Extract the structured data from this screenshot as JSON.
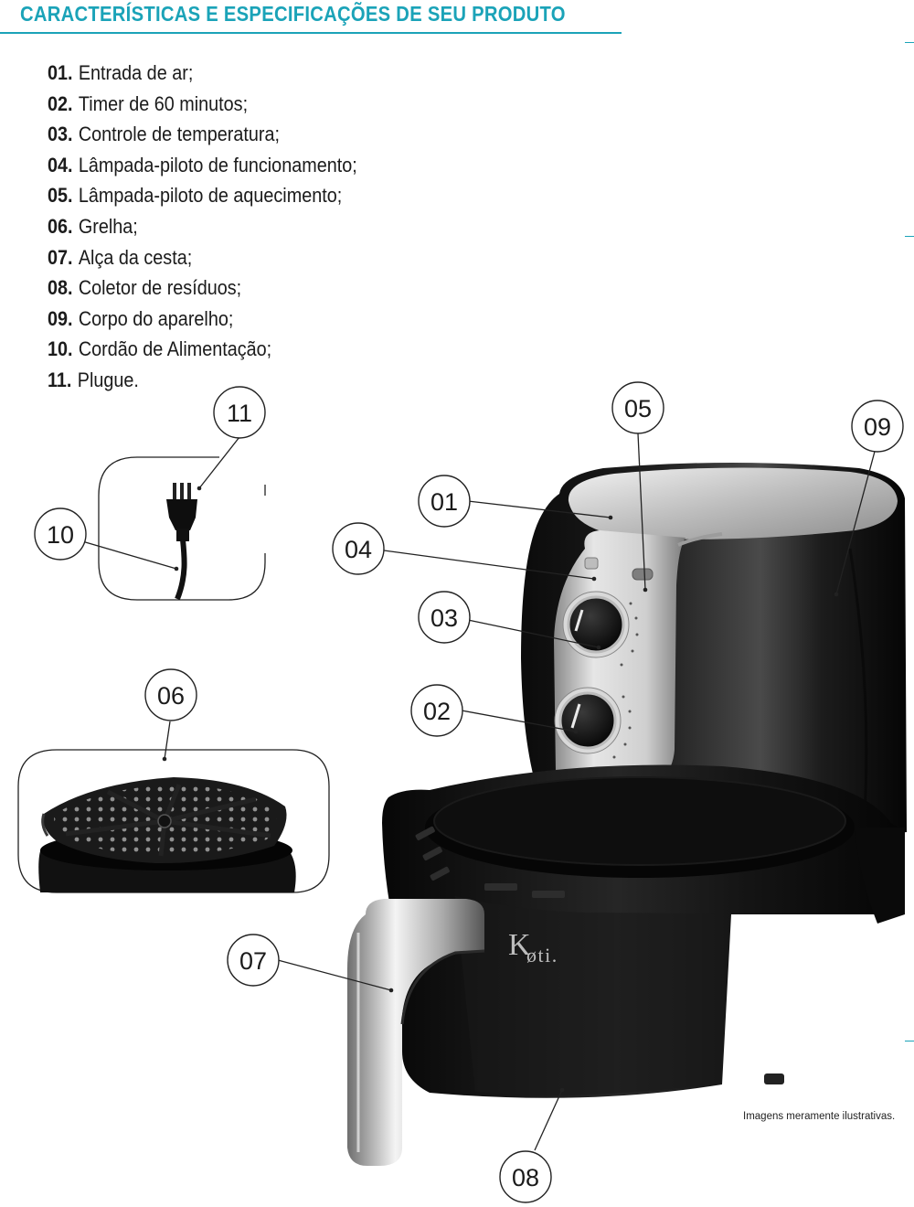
{
  "header": {
    "title": "CARACTERÍSTICAS E ESPECIFICAÇÕES DE SEU PRODUTO",
    "accent_color": "#1ba3b8"
  },
  "parts": [
    {
      "number": "01.",
      "label": "Entrada de ar;"
    },
    {
      "number": "02.",
      "label": "Timer de 60 minutos;"
    },
    {
      "number": "03.",
      "label": "Controle de temperatura;"
    },
    {
      "number": "04.",
      "label": "Lâmpada-piloto de funcionamento;"
    },
    {
      "number": "05.",
      "label": "Lâmpada-piloto de aquecimento;"
    },
    {
      "number": "06.",
      "label": "Grelha;"
    },
    {
      "number": "07.",
      "label": "Alça da cesta;"
    },
    {
      "number": "08.",
      "label": "Coletor de resíduos;"
    },
    {
      "number": "09.",
      "label": "Corpo do aparelho;"
    },
    {
      "number": "10.",
      "label": "Cordão de Alimentação;"
    },
    {
      "number": "11.",
      "label": "Plugue."
    }
  ],
  "callouts": {
    "c01": "01",
    "c02": "02",
    "c03": "03",
    "c04": "04",
    "c05": "05",
    "c06": "06",
    "c07": "07",
    "c08": "08",
    "c09": "09",
    "c10": "10",
    "c11": "11"
  },
  "brand": {
    "k": "K",
    "rest": "øti."
  },
  "disclaimer": "Imagens meramente ilustrativas.",
  "icons": {
    "plug": "plug-icon",
    "grill": "grill-rack-icon",
    "fryer": "air-fryer-illustration"
  }
}
